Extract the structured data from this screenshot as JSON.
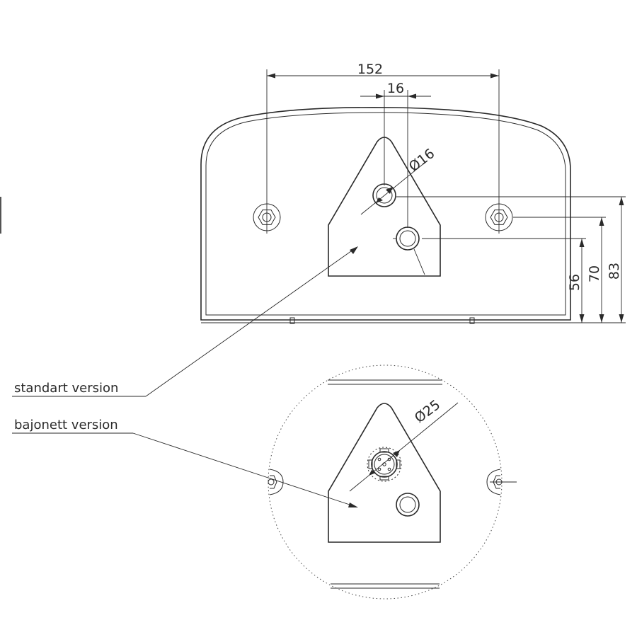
{
  "dimensions": {
    "width_holes": "152",
    "width_sockets": "16",
    "dia_standard": "Ø16",
    "dia_bayonet": "Ø25",
    "height_1": "56",
    "height_2": "70",
    "height_3": "83"
  },
  "callouts": {
    "standard": "standart version",
    "bayonet": "bajonett version"
  }
}
